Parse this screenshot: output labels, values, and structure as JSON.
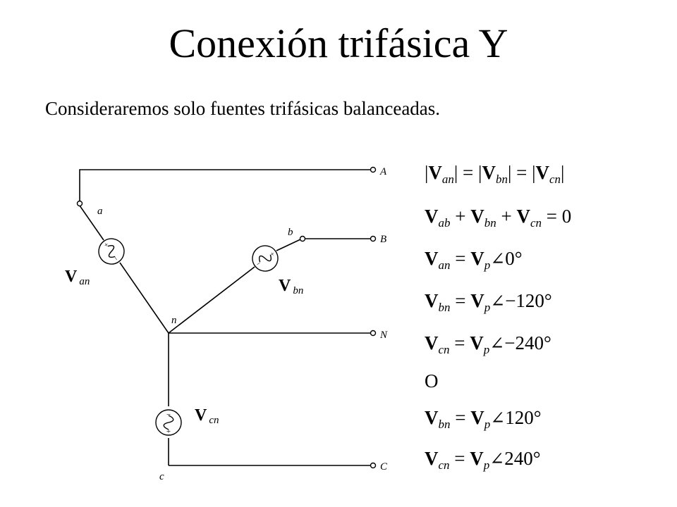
{
  "title": "Conexión trifásica Y",
  "subtitle": "Consideraremos solo fuentes trifásicas balanceadas.",
  "diagram": {
    "nodes": {
      "a": "a",
      "b": "b",
      "n": "n",
      "c": "c"
    },
    "terminals": {
      "A": "A",
      "B": "B",
      "N": "N",
      "C": "C"
    },
    "sources": [
      {
        "symbol": "V",
        "sub": "an"
      },
      {
        "symbol": "V",
        "sub": "bn"
      },
      {
        "symbol": "V",
        "sub": "cn"
      }
    ],
    "polarity": {
      "plus": "+",
      "minus": "−"
    }
  },
  "equations": {
    "eq1": {
      "p1": "|",
      "v1": "V",
      "s1": "an",
      "p2": "| = |",
      "v2": "V",
      "s2": "bn",
      "p3": "| = |",
      "v3": "V",
      "s3": "cn",
      "p4": "|"
    },
    "eq2": {
      "v1": "V",
      "s1": "ab",
      "p1": " + ",
      "v2": "V",
      "s2": "bn",
      "p2": " + ",
      "v3": "V",
      "s3": "cn",
      "p3": " = 0"
    },
    "eq3": {
      "v1": "V",
      "s1": "an",
      "p1": " = ",
      "v2": "V",
      "s2": "p",
      "ang": "∠",
      "val": "0°"
    },
    "eq4": {
      "v1": "V",
      "s1": "bn",
      "p1": " = ",
      "v2": "V",
      "s2": "p",
      "ang": "∠",
      "val": "−120°"
    },
    "eq5": {
      "v1": "V",
      "s1": "cn",
      "p1": " = ",
      "v2": "V",
      "s2": "p",
      "ang": "∠",
      "val": "−240°"
    },
    "or": "O",
    "eq6": {
      "v1": "V",
      "s1": "bn",
      "p1": " = ",
      "v2": "V",
      "s2": "p",
      "ang": "∠",
      "val": "120°"
    },
    "eq7": {
      "v1": "V",
      "s1": "cn",
      "p1": " = ",
      "v2": "V",
      "s2": "p",
      "ang": "∠",
      "val": "240°"
    }
  }
}
